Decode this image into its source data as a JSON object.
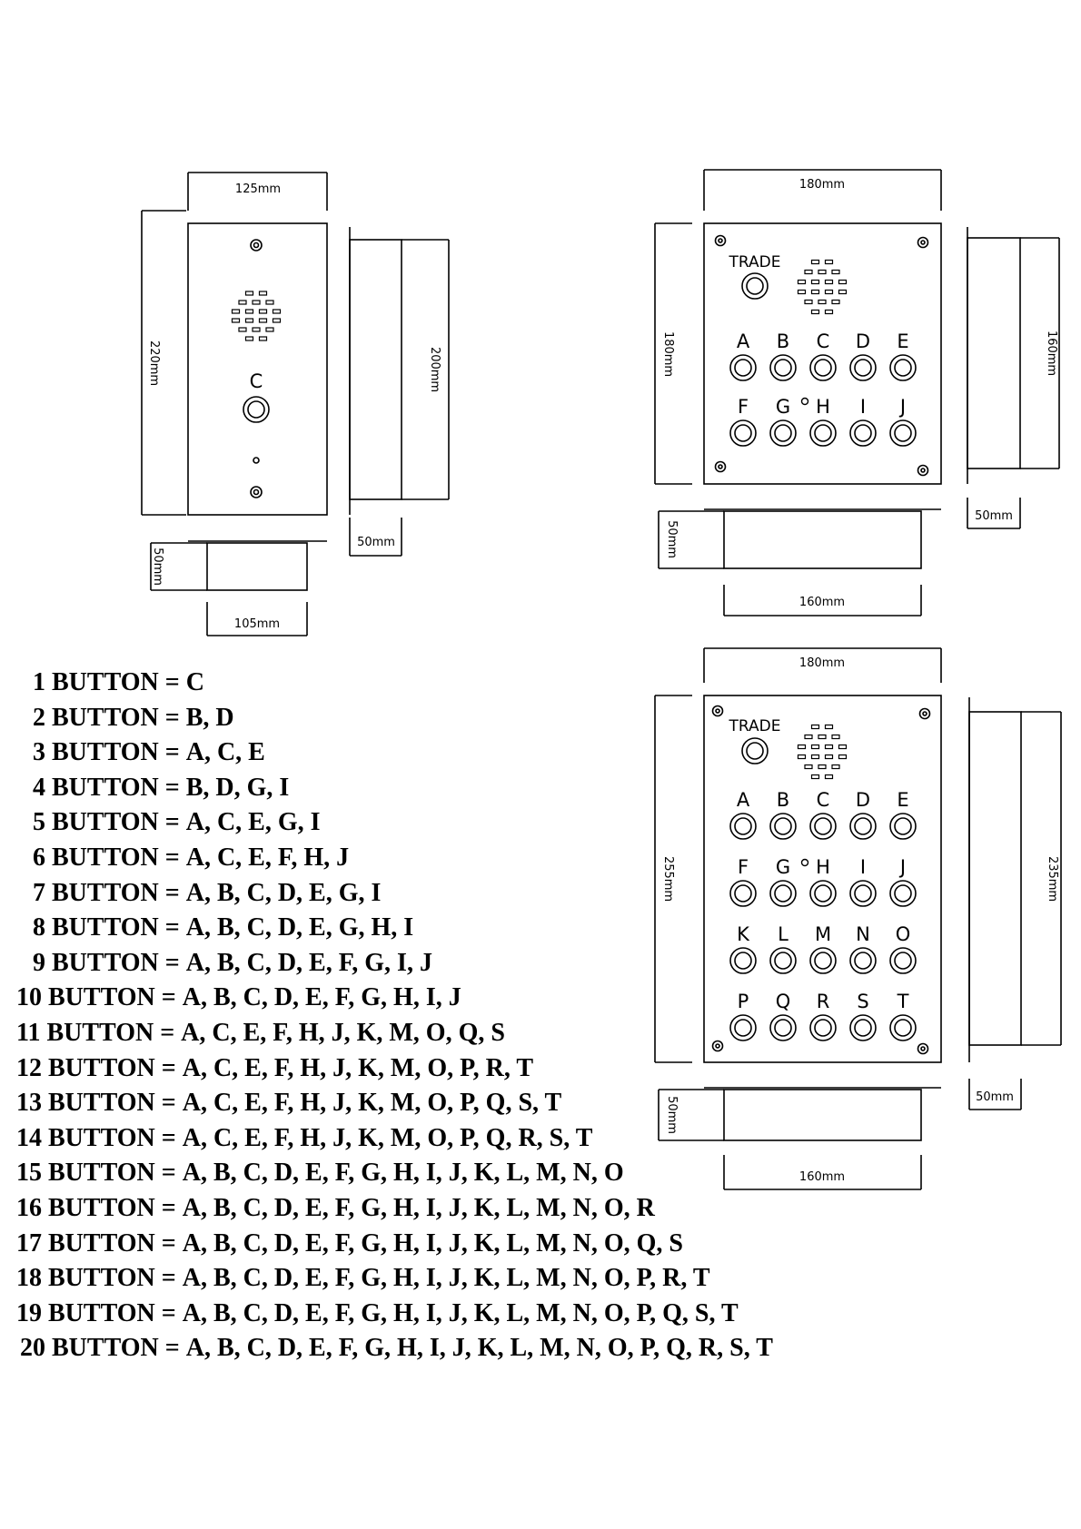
{
  "drawings": {
    "single_panel": {
      "width_label": "125mm",
      "height_label": "220mm",
      "depth_box_height_label": "200mm",
      "depth_label_side": "50mm",
      "depth_label_bottom": "50mm",
      "box_width_label": "105mm",
      "button_label": "C"
    },
    "ten_panel": {
      "width_label": "180mm",
      "height_label": "180mm",
      "box_height_label": "160mm",
      "depth_label_side": "50mm",
      "depth_label_bottom": "50mm",
      "box_width_label": "160mm",
      "trade_label": "TRADE",
      "button_rows": [
        [
          "A",
          "B",
          "C",
          "D",
          "E"
        ],
        [
          "F",
          "G",
          "H",
          "I",
          "J"
        ]
      ]
    },
    "twenty_panel": {
      "width_label": "180mm",
      "height_label": "255mm",
      "box_height_label": "235mm",
      "depth_label_side": "50mm",
      "depth_label_bottom": "50mm",
      "box_width_label": "160mm",
      "trade_label": "TRADE",
      "button_rows": [
        [
          "A",
          "B",
          "C",
          "D",
          "E"
        ],
        [
          "F",
          "G",
          "H",
          "I",
          "J"
        ],
        [
          "K",
          "L",
          "M",
          "N",
          "O"
        ],
        [
          "P",
          "Q",
          "R",
          "S",
          "T"
        ]
      ]
    }
  },
  "legend": [
    {
      "count": "1 BUTTON",
      "letters": "C"
    },
    {
      "count": "2 BUTTON",
      "letters": "B, D"
    },
    {
      "count": "3 BUTTON",
      "letters": "A, C, E"
    },
    {
      "count": "4 BUTTON",
      "letters": "B, D, G, I"
    },
    {
      "count": "5 BUTTON",
      "letters": "A, C, E, G, I"
    },
    {
      "count": "6 BUTTON",
      "letters": "A, C, E, F, H, J"
    },
    {
      "count": "7 BUTTON",
      "letters": "A, B, C, D, E, G, I"
    },
    {
      "count": "8 BUTTON",
      "letters": "A, B, C, D, E, G, H, I"
    },
    {
      "count": "9 BUTTON",
      "letters": "A, B, C, D, E, F, G, I, J"
    },
    {
      "count": "10 BUTTON",
      "letters": "A, B, C, D, E, F, G, H, I, J"
    },
    {
      "count": "11 BUTTON",
      "letters": "A, C, E, F, H, J, K, M, O, Q, S"
    },
    {
      "count": "12 BUTTON",
      "letters": "A, C, E, F, H, J, K, M, O, P, R, T"
    },
    {
      "count": "13 BUTTON",
      "letters": "A, C, E, F, H, J, K, M, O, P, Q, S, T"
    },
    {
      "count": "14 BUTTON",
      "letters": "A, C, E, F, H, J, K, M, O, P, Q, R, S, T"
    },
    {
      "count": "15 BUTTON",
      "letters": "A, B, C, D, E, F, G, H, I, J, K, L, M, N, O"
    },
    {
      "count": "16 BUTTON",
      "letters": "A, B, C, D, E, F, G, H, I, J, K, L, M, N, O, R"
    },
    {
      "count": "17 BUTTON",
      "letters": "A, B, C, D, E, F, G, H, I, J, K, L, M, N, O, Q, S"
    },
    {
      "count": "18 BUTTON",
      "letters": "A, B, C, D, E, F, G, H, I, J, K, L, M, N, O, P, R, T"
    },
    {
      "count": "19 BUTTON",
      "letters": "A, B, C, D, E, F, G, H, I, J, K, L, M, N, O, P, Q, S, T"
    },
    {
      "count": "20 BUTTON",
      "letters": "A, B, C, D, E, F, G, H, I, J, K, L, M, N, O, P, Q, R, S, T"
    }
  ],
  "legend_separator": " = "
}
